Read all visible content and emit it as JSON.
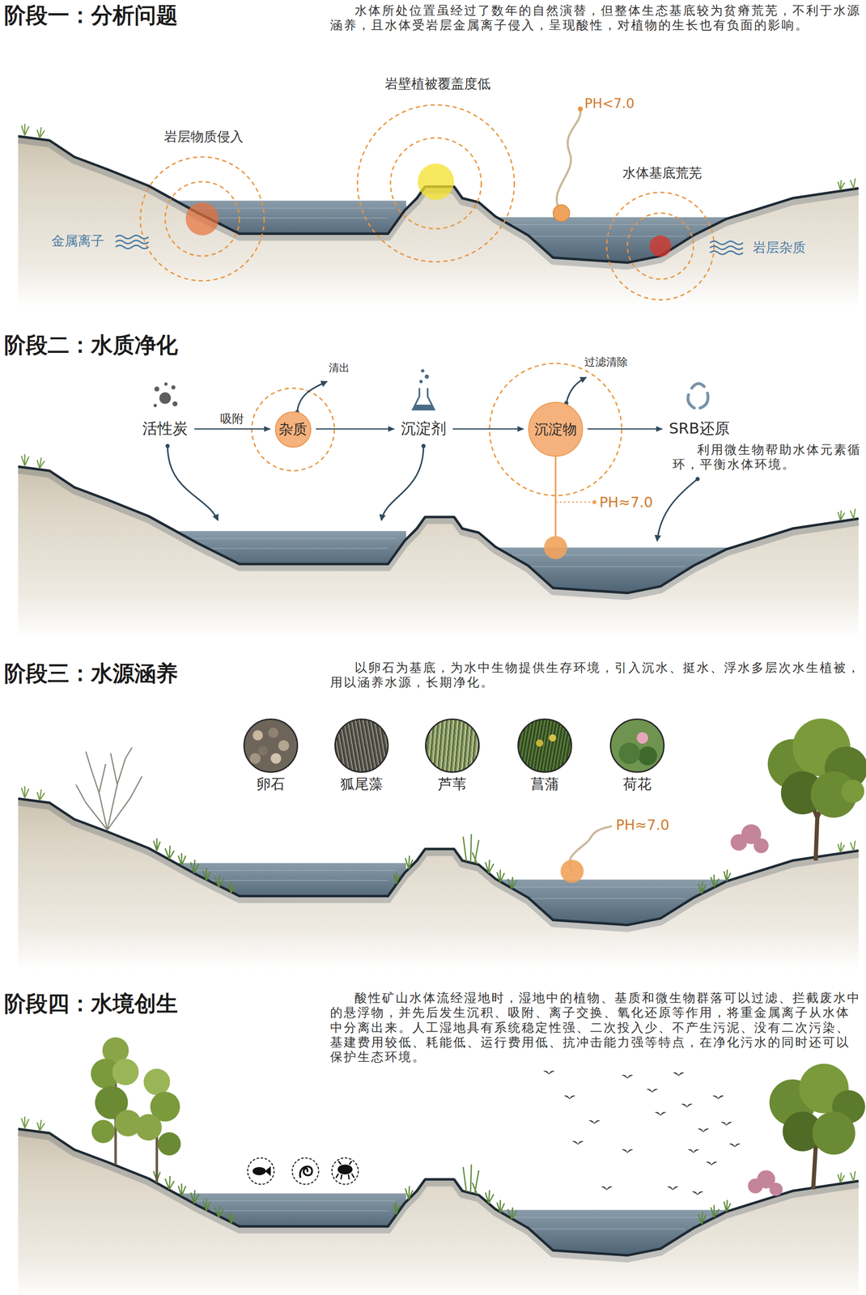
{
  "diagram": {
    "nodes": [
      {
        "text": [
          "活性炭"
        ]
      },
      {
        "text": [
          "杂质"
        ]
      },
      {
        "text": [
          "沉淀剂"
        ]
      },
      {
        "text": [
          "沉淀物"
        ]
      },
      {
        "text": [
          "SRB还原"
        ]
      },
      {
        "text": [
          "卵石"
        ]
      },
      {
        "text": [
          "狐尾藻"
        ]
      },
      {
        "text": [
          "芦苇"
        ]
      },
      {
        "text": [
          "菖蒲"
        ]
      },
      {
        "text": [
          "荷花"
        ]
      }
    ],
    "edges": [
      {
        "from": 0,
        "to": 1,
        "arrow": "to",
        "label": "吸附"
      },
      {
        "from": 1,
        "to": 2,
        "arrow": "to"
      },
      {
        "from": 2,
        "to": 3,
        "arrow": "to"
      },
      {
        "from": 3,
        "to": 4,
        "arrow": "to"
      }
    ],
    "labels": [
      "阶段一：分析问题",
      "水体所处位置虽经过了数年的自然演替，但整体生态基底较为贫瘠荒芜，不利于水源涵养，且水体受岩层金属离子侵入，呈现酸性，对植物的生长也有负面的影响。",
      "岩层物质侵入",
      "岩壁植被覆盖度低",
      "PH<7.0",
      "水体基底荒芜",
      "金属离子",
      "岩层杂质",
      "阶段二：水质净化",
      "清出",
      "过滤清除",
      "PH≈7.0",
      "利用微生物帮助水体元素循环，平衡水体环境。",
      "阶段三：水源涵养",
      "以卵石为基底，为水中生物提供生存环境，引入沉水、挺水、浮水多层次水生植被，用以涵养水源，长期净化。",
      "PH≈7.0",
      "阶段四：水境创生",
      "酸性矿山水体流经湿地时，湿地中的植物、基质和微生物群落可以过滤、拦截废水中的悬浮物，并先后发生沉积、吸附、离子交换、氧化还原等作用，将重金属离子从水体中分离出来。人工湿地具有系统稳定性强、二次投入少、不产生污泥、没有二次污染、基建费用较低、耗能低、运行费用低、抗冲击能力强等特点，在净化污水的同时还可以保护生态环境。"
    ]
  }
}
